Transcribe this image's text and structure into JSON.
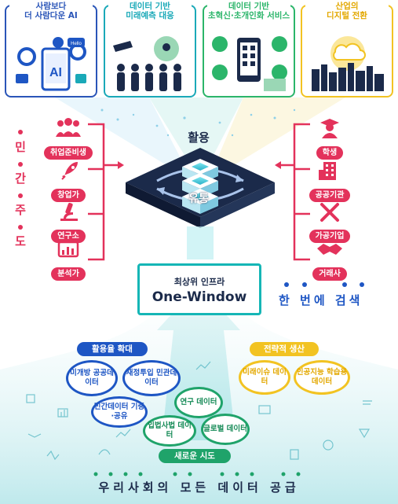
{
  "top_cards": [
    {
      "title_l1": "사람보다",
      "title_l2": "더 사람다운 AI",
      "bubble": "Hello",
      "chip": "AI",
      "border": "#2a55b8"
    },
    {
      "title_l1": "데이터 기반",
      "title_l2": "미래예측 대응",
      "border": "#1aa9b8"
    },
    {
      "title_l1": "데이터 기반",
      "title_l2": "초혁신·초개인화 서비스",
      "border": "#2bb56a"
    },
    {
      "title_l1": "산업의",
      "title_l2": "디지털 전환",
      "border": "#f2c322"
    }
  ],
  "vertical_label": [
    "민",
    "간",
    "주",
    "도"
  ],
  "left_items": [
    "취업준비생",
    "창업가",
    "연구소",
    "분석가"
  ],
  "right_items": [
    "학생",
    "공공기관",
    "가공기업",
    "거래사"
  ],
  "center": {
    "top_label": "활용",
    "bottom_label": "유통"
  },
  "one_window": {
    "subtitle": "최상위 인프라",
    "title": "One-Window"
  },
  "search_text": "한 번에 검색",
  "left_section": {
    "header": "활용율 확대",
    "bubbles": [
      "미개방 공공데이터",
      "재정투입 민관데이터",
      "민간데이터 기증·공유"
    ]
  },
  "right_section": {
    "header": "전략적 생산",
    "bubbles": [
      "미래이슈 데이터",
      "인공지능 학습용데이터"
    ]
  },
  "center_section": {
    "bubbles": [
      "연구 데이터",
      "입법사법 데이터",
      "글로벌 데이터"
    ],
    "footer": "새로운 시도"
  },
  "bottom_text": "우리사회의 모든 데이터 공급",
  "colors": {
    "blue": "#1e56c4",
    "pink": "#e3325b",
    "yellow": "#f2c322",
    "green": "#1fa36a",
    "navy": "#1b2a4a",
    "teal": "#1aa9b8"
  }
}
